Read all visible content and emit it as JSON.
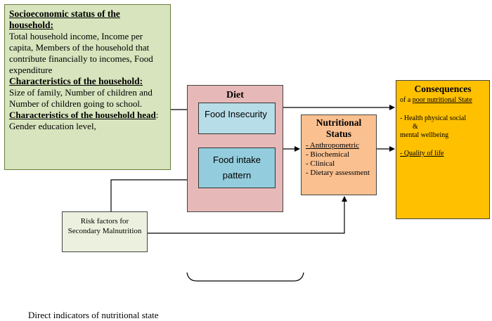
{
  "ses_box": {
    "heading1": "Socioeconomic status of the household:",
    "text1": "Total household income, Income per capita, Members of the household that contribute financially to incomes, Food expenditure",
    "heading2": "Characteristics of the household:",
    "text2": "Size of family, Number of children and Number of children going to school.",
    "heading3": "Characteristics of the household head",
    "text3": ": Gender education level,"
  },
  "diet_box": {
    "title": "Diet",
    "food_insecurity": "Food Insecurity",
    "food_intake": "Food intake pattern"
  },
  "nutritional_status": {
    "title": "Nutritional Status",
    "items": [
      "- Anthropometric",
      "- Biochemical",
      "- Clinical",
      "- Dietary assessment"
    ]
  },
  "consequences": {
    "title": "Consequences",
    "line1_prefix": "of a ",
    "line1_link": "poor nutritional State",
    "line2": "- Health physical social",
    "line3": "&",
    "line4": "mental wellbeing",
    "line5": "- Quality of life"
  },
  "risk_factors": {
    "label": "Risk factors for Secondary Malnutrition"
  },
  "footer": {
    "direct_indicators": "Direct indicators of nutritional state"
  }
}
